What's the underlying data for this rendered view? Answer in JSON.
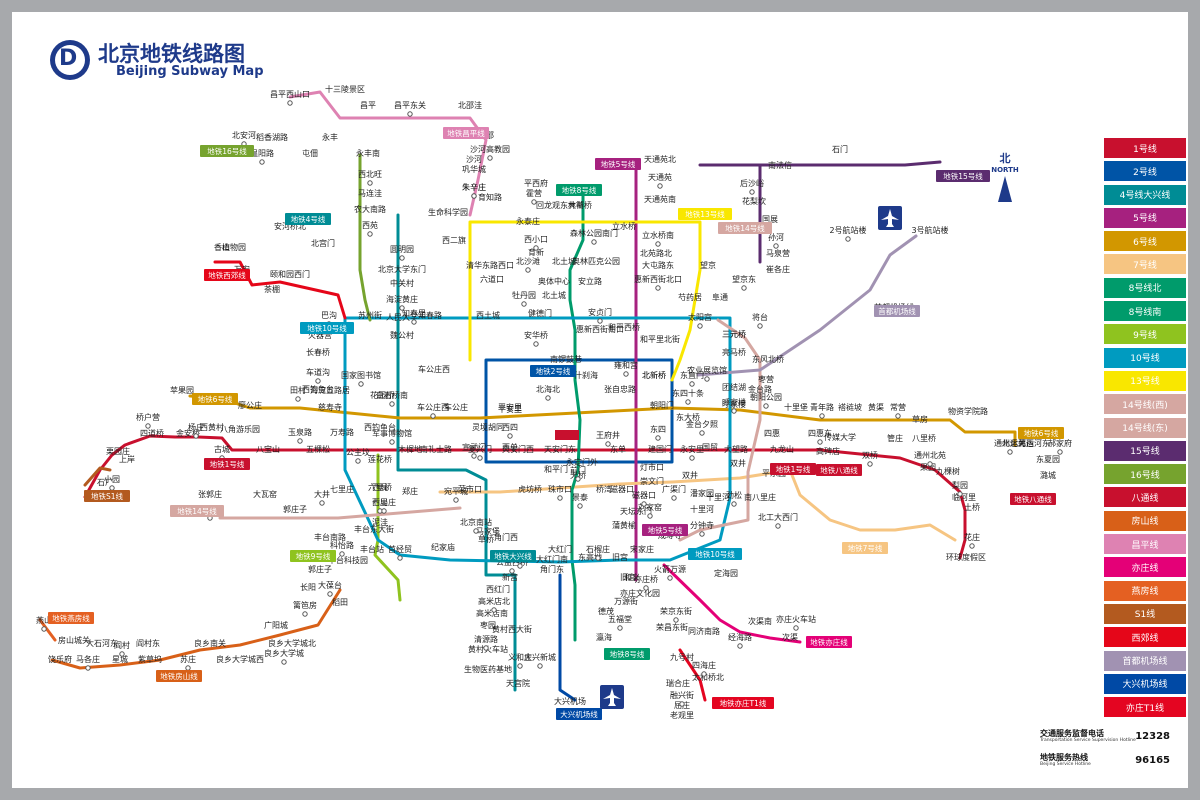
{
  "header": {
    "title_cn": "北京地铁线路图",
    "title_en": "Beijing Subway Map",
    "logo_letter": "D"
  },
  "north": {
    "cn": "北",
    "en": "NORTH"
  },
  "hotlines": [
    {
      "cn": "交通服务监督电话",
      "en": "Transportation Service Supervision Hotline",
      "number": "12328"
    },
    {
      "cn": "地铁服务热线",
      "en": "Beijing Service Hotline",
      "number": "96165"
    }
  ],
  "legend": [
    {
      "label": "1号线",
      "color": "#c8102e"
    },
    {
      "label": "2号线",
      "color": "#0054a6"
    },
    {
      "label": "4号线大兴线",
      "color": "#008c95"
    },
    {
      "label": "5号线",
      "color": "#a6217f"
    },
    {
      "label": "6号线",
      "color": "#d29700"
    },
    {
      "label": "7号线",
      "color": "#f6c582"
    },
    {
      "label": "8号线北",
      "color": "#009b6b"
    },
    {
      "label": "8号线南",
      "color": "#009b6b"
    },
    {
      "label": "9号线",
      "color": "#8fc31f"
    },
    {
      "label": "10号线",
      "color": "#009bc0"
    },
    {
      "label": "13号线",
      "color": "#f9e700"
    },
    {
      "label": "14号线(西)",
      "color": "#d5a7a1"
    },
    {
      "label": "14号线(东)",
      "color": "#d5a7a1"
    },
    {
      "label": "15号线",
      "color": "#5b2c6f"
    },
    {
      "label": "16号线",
      "color": "#76a32e"
    },
    {
      "label": "八通线",
      "color": "#c8102e"
    },
    {
      "label": "房山线",
      "color": "#d86018"
    },
    {
      "label": "昌平线",
      "color": "#de82b2"
    },
    {
      "label": "亦庄线",
      "color": "#e40077"
    },
    {
      "label": "燕房线",
      "color": "#e46022"
    },
    {
      "label": "S1线",
      "color": "#b35a1f"
    },
    {
      "label": "西郊线",
      "color": "#e50619"
    },
    {
      "label": "首都机场线",
      "color": "#a192b2"
    },
    {
      "label": "大兴机场线",
      "color": "#0049a5"
    },
    {
      "label": "亦庄T1线",
      "color": "#e40521"
    }
  ],
  "map": {
    "line_tags": [
      {
        "label": "地铁昌平线",
        "color": "#de82b2"
      },
      {
        "label": "地铁16号线",
        "color": "#76a32e"
      },
      {
        "label": "地铁4号线",
        "color": "#008c95"
      },
      {
        "label": "地铁5号线",
        "color": "#a6217f"
      },
      {
        "label": "地铁8号线",
        "color": "#009b6b"
      },
      {
        "label": "地铁13号线",
        "color": "#f9e700"
      },
      {
        "label": "地铁14号线",
        "color": "#d5a7a1"
      },
      {
        "label": "地铁15号线",
        "color": "#5b2c6f"
      },
      {
        "label": "地铁西郊线",
        "color": "#e50619"
      },
      {
        "label": "地铁10号线",
        "color": "#009bc0"
      },
      {
        "label": "地铁2号线",
        "color": "#0054a6"
      },
      {
        "label": "地铁6号线",
        "color": "#d29700"
      },
      {
        "label": "地铁1号线",
        "color": "#c8102e"
      },
      {
        "label": "地铁S1线",
        "color": "#b35a1f"
      },
      {
        "label": "地铁14号线",
        "color": "#d5a7a1"
      },
      {
        "label": "地铁9号线",
        "color": "#8fc31f"
      },
      {
        "label": "地铁燕房线",
        "color": "#e46022"
      },
      {
        "label": "地铁房山线",
        "color": "#d86018"
      },
      {
        "label": "地铁大兴线",
        "color": "#008c95"
      },
      {
        "label": "大兴机场线",
        "color": "#0049a5"
      },
      {
        "label": "地铁8号线",
        "color": "#009b6b"
      },
      {
        "label": "地铁亦庄T1线",
        "color": "#e40521"
      },
      {
        "label": "地铁亦庄线",
        "color": "#e40077"
      },
      {
        "label": "地铁5号线",
        "color": "#a6217f"
      },
      {
        "label": "地铁10号线",
        "color": "#009bc0"
      },
      {
        "label": "地铁7号线",
        "color": "#f6c582"
      },
      {
        "label": "地铁1号线",
        "color": "#c8102e"
      },
      {
        "label": "地铁八通线",
        "color": "#c8102e"
      },
      {
        "label": "地铁八通线",
        "color": "#c8102e"
      },
      {
        "label": "地铁6号线",
        "color": "#d29700"
      },
      {
        "label": "首都机场线",
        "color": "#a192b2"
      }
    ],
    "stations": [
      "昌平西山口",
      "十三陵景区",
      "昌平",
      "昌平东关",
      "北邵洼",
      "南邵",
      "沙河高教园",
      "沙河",
      "巩华城",
      "朱辛庄",
      "生命科学园",
      "西二旗",
      "北安河",
      "稻香湖路",
      "永丰",
      "温阳路",
      "屯佃",
      "永丰南",
      "西北旺",
      "马连洼",
      "农大南路",
      "西苑",
      "安河桥北",
      "北宫门",
      "圆明园",
      "北京大学东门",
      "中关村",
      "海淀黄庄",
      "人民大学",
      "魏公村",
      "国家图书馆",
      "香山",
      "植物园",
      "万安",
      "茶棚",
      "颐和园西门",
      "巴沟",
      "火器营",
      "长春桥",
      "车道沟",
      "西钓鱼台",
      "苏州街",
      "知春里",
      "知春路",
      "西土城",
      "牡丹园",
      "健德门",
      "北土城",
      "安贞门",
      "惠新西街南口",
      "芍药居",
      "太阳宫",
      "三元桥",
      "亮马桥",
      "农业展览馆",
      "团结湖",
      "呼家楼",
      "金台夕照",
      "国贸",
      "双井",
      "劲松",
      "潘家园",
      "十里河",
      "分钟寺",
      "成寿寺",
      "宋家庄",
      "石榴庄",
      "大红门",
      "角门东",
      "角门西",
      "草桥",
      "纪家庙",
      "首经贸",
      "丰台站",
      "泥洼",
      "西局",
      "六里桥",
      "莲花桥",
      "公主坟",
      "西钓鱼台",
      "慈寿寺",
      "车公庄西",
      "车公庄",
      "平安里",
      "西四",
      "灵境胡同",
      "西单",
      "宣武门",
      "菜市口",
      "虎坊桥",
      "珠市口",
      "桥湾",
      "磁器口",
      "广渠门",
      "双井",
      "苹果园",
      "古城",
      "八角游乐园",
      "八宝山",
      "玉泉路",
      "五棵松",
      "万寿路",
      "军事博物馆",
      "木樨地",
      "南礼士路",
      "复兴门",
      "天安门西",
      "天安门东",
      "王府井",
      "东单",
      "建国门",
      "永安里",
      "大望路",
      "四惠",
      "四惠东",
      "高碑店",
      "传媒大学",
      "双桥",
      "管庄",
      "八里桥",
      "通州北苑",
      "果园",
      "九棵树",
      "梨园",
      "临河里",
      "土桥",
      "花庄",
      "环球度假区",
      "天通苑北",
      "天通苑",
      "天通苑南",
      "立水桥",
      "立水桥南",
      "北苑路北",
      "大屯路东",
      "惠新西街北口",
      "和平西桥",
      "和平里北街",
      "雍和宫",
      "北新桥",
      "张自忠路",
      "东四",
      "灯市口",
      "崇文门",
      "磁器口",
      "天坛东门",
      "蒲黄榆",
      "刘家窑",
      "石门",
      "南法信",
      "后沙峪",
      "花梨坎",
      "国展",
      "孙河",
      "马泉营",
      "崔各庄",
      "望京东",
      "望京",
      "阜通",
      "将台",
      "东风北桥",
      "枣营",
      "朝阳公园",
      "九龙山",
      "平乐园",
      "北工大西门",
      "十里河",
      "南八里庄",
      "北京南站",
      "马家堡",
      "角门西",
      "公益西桥",
      "新宫",
      "西红门",
      "高米店北",
      "高米店南",
      "枣园",
      "清源路",
      "黄村西大街",
      "黄村火车站",
      "义和庄",
      "生物医药基地",
      "天宫院",
      "大兴新城",
      "大兴机场",
      "瀛海",
      "五福堂",
      "德茂",
      "旧宫",
      "亦庄桥",
      "亦庄文化园",
      "万源街",
      "荣京东街",
      "荣昌东街",
      "同济南路",
      "经海路",
      "次渠南",
      "次渠",
      "亦庄火车站",
      "定海园",
      "九号村",
      "四海庄",
      "太和桥北",
      "瑞合庄",
      "融兴街",
      "屈庄",
      "老观里",
      "燕山",
      "房山城关",
      "饶乐府",
      "马各庄",
      "大石河东",
      "星城",
      "阎村",
      "紫草坞",
      "阎村东",
      "苏庄",
      "良乡南关",
      "良乡大学城西",
      "良乡大学城",
      "良乡大学城北",
      "广阳城",
      "篱笆房",
      "长阳",
      "稻田",
      "大葆台",
      "郭庄子",
      "丰台科技园",
      "科怡路",
      "丰台南路",
      "丰台东大街",
      "七里庄",
      "西局",
      "石厂",
      "小园",
      "栗园庄",
      "上岸",
      "桥户营",
      "四道桥",
      "金安桥",
      "杨庄",
      "西黄村",
      "廖公庄",
      "田村",
      "海淀五路居",
      "花园桥",
      "白石桥南",
      "车公庄西",
      "张郭庄",
      "园博园",
      "大瓦窑",
      "郭庄子",
      "大井",
      "七里庄",
      "郑庄",
      "宛平城",
      "旧宫",
      "东高地",
      "火箭万源",
      "和义",
      "大红门南",
      "景泰",
      "永定门外",
      "天桥",
      "前门",
      "和平门",
      "平安里",
      "北海北",
      "南锣鼓巷",
      "什刹海",
      "东四十条",
      "朝阳门",
      "东大桥",
      "呼家楼",
      "金台路",
      "十里堡",
      "青年路",
      "褡裢坡",
      "黄渠",
      "常营",
      "草房",
      "物资学院路",
      "通州北关",
      "北运河西",
      "北运河东",
      "郝家府",
      "东夏园",
      "潞城",
      "2号航站楼",
      "3号航站楼",
      "首都机场线",
      "东直门",
      "三元桥",
      "北新桥",
      "安华桥",
      "北土城",
      "奥林匹克公园",
      "森林公园南门",
      "林萃桥",
      "永泰庄",
      "西小口",
      "育新",
      "回龙观东大街",
      "霍营",
      "平西府",
      "育知路",
      "朱辛庄",
      "六道口",
      "清华东路西口",
      "北沙滩",
      "奥体中心",
      "安立路"
    ]
  }
}
